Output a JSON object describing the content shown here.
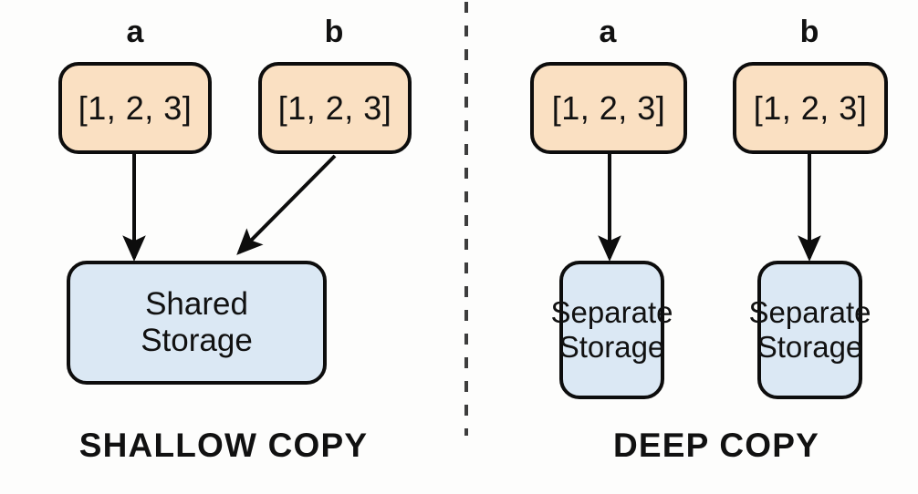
{
  "diagram": {
    "title_left": "SHALLOW COPY",
    "title_right": "DEEP COPY",
    "divider": "dashed-vertical-divider",
    "colors": {
      "background": "#fdfdfc",
      "variable_box_fill": "#fae0c2",
      "storage_box_fill": "#dbe8f4",
      "stroke": "#0d0d0d",
      "text": "#111111"
    }
  },
  "panels": [
    {
      "id": "shallow-copy",
      "label": "SHALLOW COPY",
      "variables": [
        {
          "name": "a",
          "value": "[1, 2, 3]"
        },
        {
          "name": "b",
          "value": "[1, 2, 3]"
        }
      ],
      "storage": [
        {
          "id": "shared",
          "line1": "Shared",
          "line2": "Storage"
        }
      ],
      "arrows": [
        {
          "from": "a",
          "to": "shared",
          "kind": "straight-down-arrow"
        },
        {
          "from": "b",
          "to": "shared",
          "kind": "diagonal-down-left-arrow"
        }
      ]
    },
    {
      "id": "deep-copy",
      "label": "DEEP COPY",
      "variables": [
        {
          "name": "a",
          "value": "[1, 2, 3]"
        },
        {
          "name": "b",
          "value": "[1, 2, 3]"
        }
      ],
      "storage": [
        {
          "id": "separate-a",
          "line1": "Separate",
          "line2": "Storage"
        },
        {
          "id": "separate-b",
          "line1": "Separate",
          "line2": "Storage"
        }
      ],
      "arrows": [
        {
          "from": "a",
          "to": "separate-a",
          "kind": "straight-down-arrow"
        },
        {
          "from": "b",
          "to": "separate-b",
          "kind": "straight-down-arrow"
        }
      ]
    }
  ]
}
